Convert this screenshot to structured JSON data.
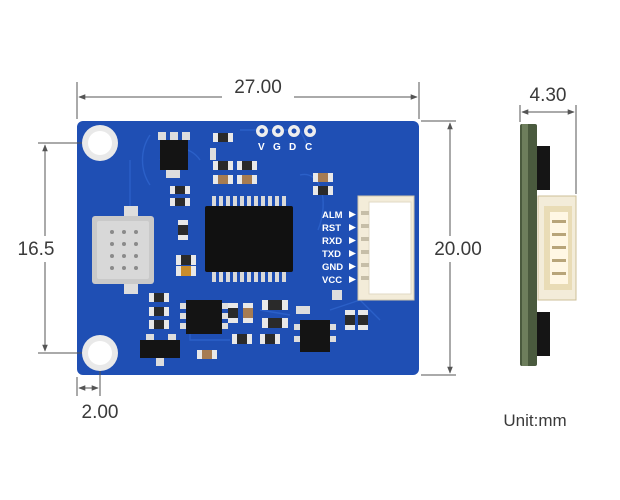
{
  "dimensions": {
    "width": "27.00",
    "height": "20.00",
    "hole_spacing": "16.5",
    "hole_offset": "2.00",
    "thickness": "4.30"
  },
  "unit_label": "Unit:mm",
  "pin_labels": [
    "ALM",
    "RST",
    "RXD",
    "TXD",
    "GND",
    "VCC"
  ],
  "header_pads": [
    "V",
    "G",
    "D",
    "C"
  ],
  "colors": {
    "pcb": "#1f4fb4",
    "pcb_trace": "#2a5fc8",
    "connector": "#f3ecd9",
    "dimension_line": "#555555"
  }
}
